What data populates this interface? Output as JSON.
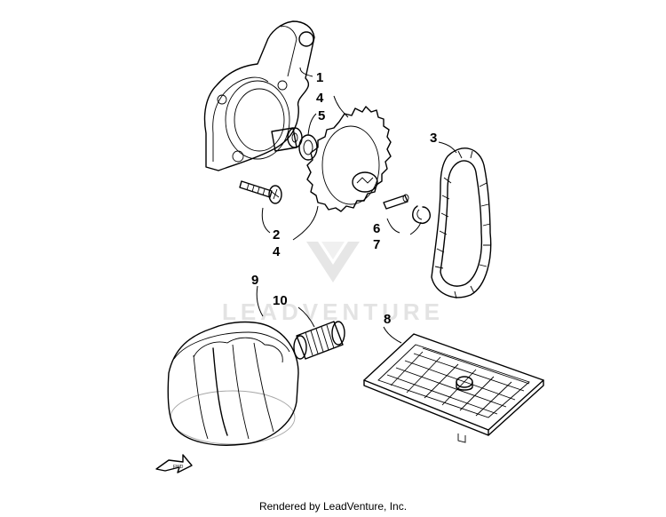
{
  "watermark": {
    "text": "LEADVENTURE"
  },
  "callouts": {
    "c1": "1",
    "c4a": "4",
    "c5": "5",
    "c3": "3",
    "c2": "2",
    "c4b": "4",
    "c6": "6",
    "c7": "7",
    "c9": "9",
    "c10": "10",
    "c8": "8"
  },
  "fwd_label": "FWD",
  "footer": {
    "text": "Rendered by LeadVenture, Inc."
  }
}
